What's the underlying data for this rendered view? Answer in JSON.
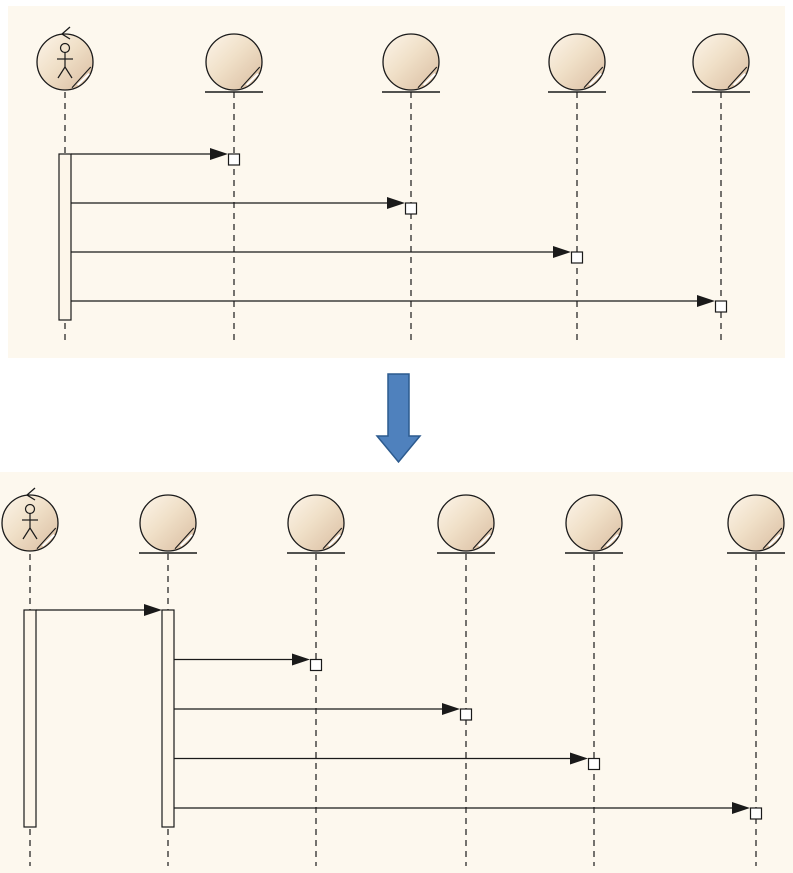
{
  "colors": {
    "panel_bg": "#fdf8ee",
    "lifeline_fill_light": "#fdf5ea",
    "lifeline_fill_dark": "#d9bca0",
    "line": "#1a1a1a",
    "arrow_down_fill": "#4f81bd",
    "arrow_down_stroke": "#2c5a8e",
    "activation_fill": "#fdf6ea"
  },
  "diagrams": [
    {
      "id": "before",
      "lifelines": [
        {
          "kind": "boundary-actor"
        },
        {
          "kind": "entity"
        },
        {
          "kind": "entity"
        },
        {
          "kind": "entity"
        },
        {
          "kind": "entity"
        }
      ],
      "activations": [
        {
          "lifeline": 0,
          "from_step": 0,
          "to_step": 3
        }
      ],
      "messages": [
        {
          "from": 0,
          "to": 1,
          "step": 0,
          "creates_object": true
        },
        {
          "from": 0,
          "to": 2,
          "step": 1,
          "creates_object": true
        },
        {
          "from": 0,
          "to": 3,
          "step": 2,
          "creates_object": true
        },
        {
          "from": 0,
          "to": 4,
          "step": 3,
          "creates_object": true
        }
      ]
    },
    {
      "id": "after",
      "lifelines": [
        {
          "kind": "boundary-actor"
        },
        {
          "kind": "entity"
        },
        {
          "kind": "entity"
        },
        {
          "kind": "entity"
        },
        {
          "kind": "entity"
        },
        {
          "kind": "entity"
        }
      ],
      "activations": [
        {
          "lifeline": 0,
          "from_step": 0,
          "to_step": 4
        },
        {
          "lifeline": 1,
          "from_step": 0,
          "to_step": 4
        }
      ],
      "messages": [
        {
          "from": 0,
          "to": 1,
          "step": 0,
          "creates_object": false
        },
        {
          "from": 1,
          "to": 2,
          "step": 1,
          "creates_object": true
        },
        {
          "from": 1,
          "to": 3,
          "step": 2,
          "creates_object": true
        },
        {
          "from": 1,
          "to": 4,
          "step": 3,
          "creates_object": true
        },
        {
          "from": 1,
          "to": 5,
          "step": 4,
          "creates_object": true
        }
      ]
    }
  ],
  "transition_arrow": {
    "direction": "down",
    "icon": "down-arrow-icon"
  }
}
